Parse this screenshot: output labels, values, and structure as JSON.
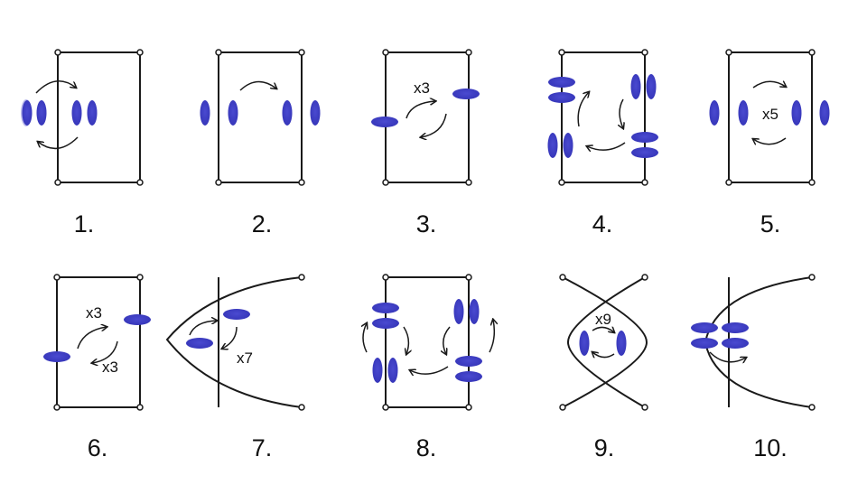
{
  "colors": {
    "disc": "#3f3fc4",
    "disc_edge": "#2a2a9a",
    "line": "#1a1a1a",
    "background": "#ffffff"
  },
  "panels": [
    {
      "number": "1.",
      "multiplier": ""
    },
    {
      "number": "2.",
      "multiplier": ""
    },
    {
      "number": "3.",
      "multiplier": "x3"
    },
    {
      "number": "4.",
      "multiplier": ""
    },
    {
      "number": "5.",
      "multiplier": "x5"
    },
    {
      "number": "6.",
      "multiplier": "x3",
      "multiplier_2": "x3"
    },
    {
      "number": "7.",
      "multiplier": "x7"
    },
    {
      "number": "8.",
      "multiplier": ""
    },
    {
      "number": "9.",
      "multiplier": "x9"
    },
    {
      "number": "10.",
      "multiplier": ""
    }
  ]
}
